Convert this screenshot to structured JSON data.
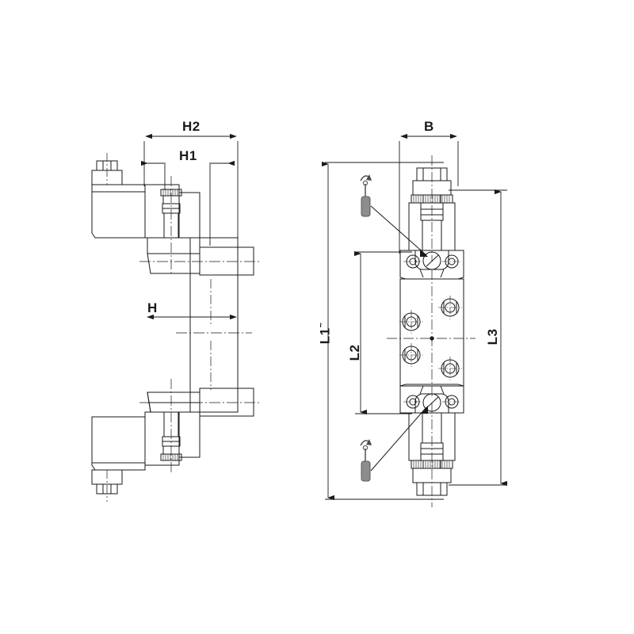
{
  "drawing": {
    "type": "engineering-orthographic-drawing",
    "subject": "hydraulic valve manifold assembly",
    "background_color": "#ffffff",
    "line_color": "#1a1a1a",
    "views": [
      {
        "id": "side-view",
        "name": "side elevation view",
        "position": "left"
      },
      {
        "id": "front-view",
        "name": "front plan view",
        "position": "right"
      }
    ]
  },
  "dimensions": {
    "h2": {
      "label": "H2",
      "view": "side-view",
      "orientation": "horizontal"
    },
    "h1": {
      "label": "H1",
      "view": "side-view",
      "orientation": "horizontal"
    },
    "h": {
      "label": "H",
      "view": "side-view",
      "orientation": "horizontal"
    },
    "b": {
      "label": "B",
      "view": "front-view",
      "orientation": "horizontal"
    },
    "l1": {
      "label": "L1",
      "suffix": "~",
      "view": "front-view",
      "orientation": "vertical"
    },
    "l2": {
      "label": "L2",
      "view": "front-view",
      "orientation": "vertical"
    },
    "l3": {
      "label": "L3",
      "view": "front-view",
      "orientation": "vertical"
    }
  },
  "symbols": {
    "adjust_tool_top": {
      "name": "screwdriver-adjustment-symbol",
      "note": "rotation arrow above screwdriver, leader to top adjust screw"
    },
    "adjust_tool_bottom": {
      "name": "screwdriver-adjustment-symbol",
      "note": "rotation arrow above screwdriver, leader to bottom adjust screw"
    }
  },
  "components": {
    "solenoid_top": "solenoid coil with connector (upper left)",
    "solenoid_bottom": "solenoid coil with connector (lower left)",
    "cartridge_top": "cartridge valve with hex nut and knurled collar (upper)",
    "cartridge_bottom": "cartridge valve with hex nut and knurled collar (lower)",
    "manifold_body": "manifold block with four ports and centre crosshair",
    "flange_top": "top mounting flange with two bolt holes and centre screw",
    "flange_bottom": "bottom mounting flange with two bolt holes and centre screw"
  }
}
